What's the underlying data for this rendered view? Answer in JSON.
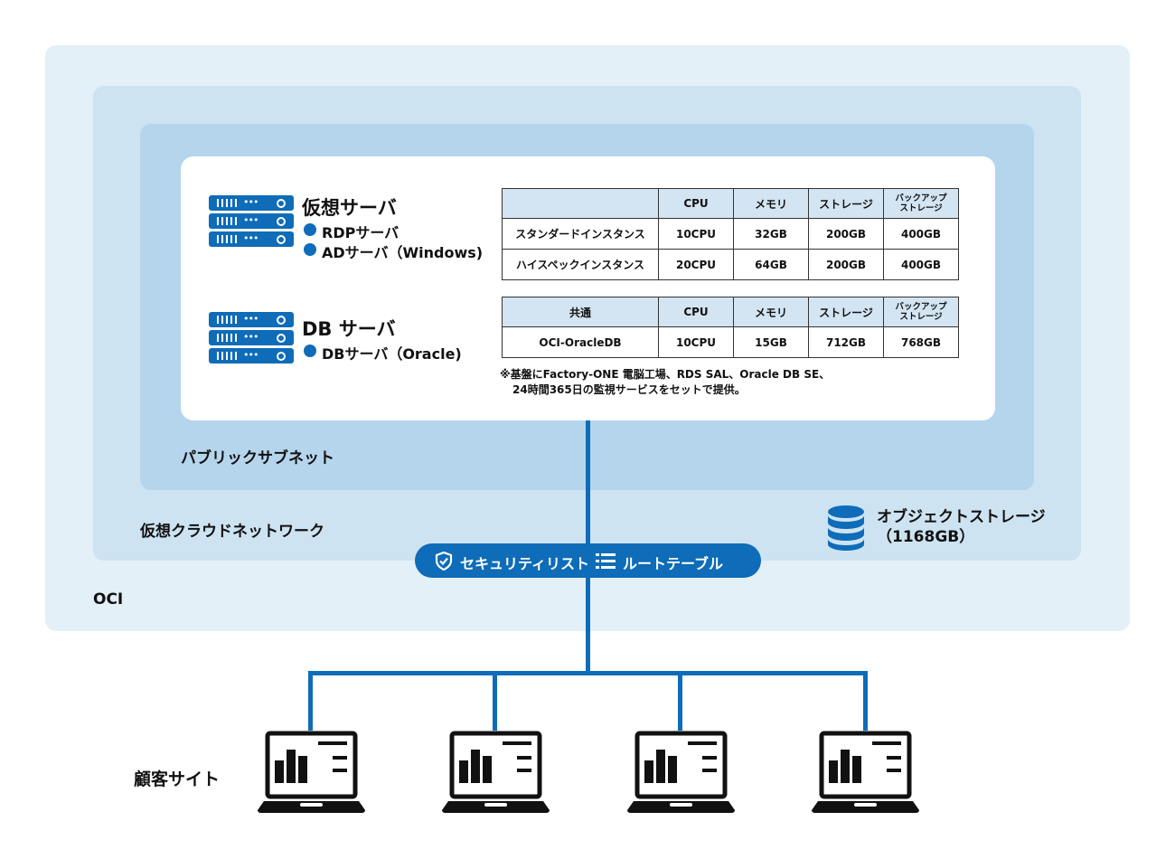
{
  "zones": {
    "oci": "OCI",
    "vcn": "仮想クラウドネットワーク",
    "subnet": "パブリックサブネット"
  },
  "virtual_servers": {
    "title": "仮想サーバ",
    "items": [
      "RDPサーバ",
      "ADサーバ（Windows)"
    ]
  },
  "db_servers": {
    "title": "DB サーバ",
    "items": [
      "DBサーバ（Oracle)"
    ]
  },
  "table_virtual": {
    "headers": [
      "",
      "CPU",
      "メモリ",
      "ストレージ",
      "バックアップ\nストレージ"
    ],
    "rows": [
      [
        "スタンダードインスタンス",
        "10CPU",
        "32GB",
        "200GB",
        "400GB"
      ],
      [
        "ハイスペックインスタンス",
        "20CPU",
        "64GB",
        "200GB",
        "400GB"
      ]
    ]
  },
  "table_db": {
    "headers": [
      "共通",
      "CPU",
      "メモリ",
      "ストレージ",
      "バックアップ\nストレージ"
    ],
    "rows": [
      [
        "OCI-OracleDB",
        "10CPU",
        "15GB",
        "712GB",
        "768GB"
      ]
    ]
  },
  "footnote": {
    "line1": "※基盤にFactory-ONE 電脳工場、RDS SAL、Oracle DB SE、",
    "line2": "24時間365日の監視サービスをセットで提供。"
  },
  "object_storage": {
    "label": "オブジェクトストレージ",
    "size": "（1168GB）",
    "icon": "database-icon"
  },
  "security_bar": {
    "security_list": "セキュリティリスト",
    "route_table": "ルートテーブル",
    "icons": [
      "shield-check-icon",
      "list-icon"
    ]
  },
  "customer_site": {
    "label": "顧客サイト",
    "laptop_icon": "laptop-chart-icon"
  },
  "colors": {
    "accent": "#0e6cb8",
    "oci_bg": "#e4f0f8",
    "vcn_bg": "#cde3f1",
    "subnet_bg": "#b5d5ec",
    "table_header": "#d3e4f2"
  }
}
